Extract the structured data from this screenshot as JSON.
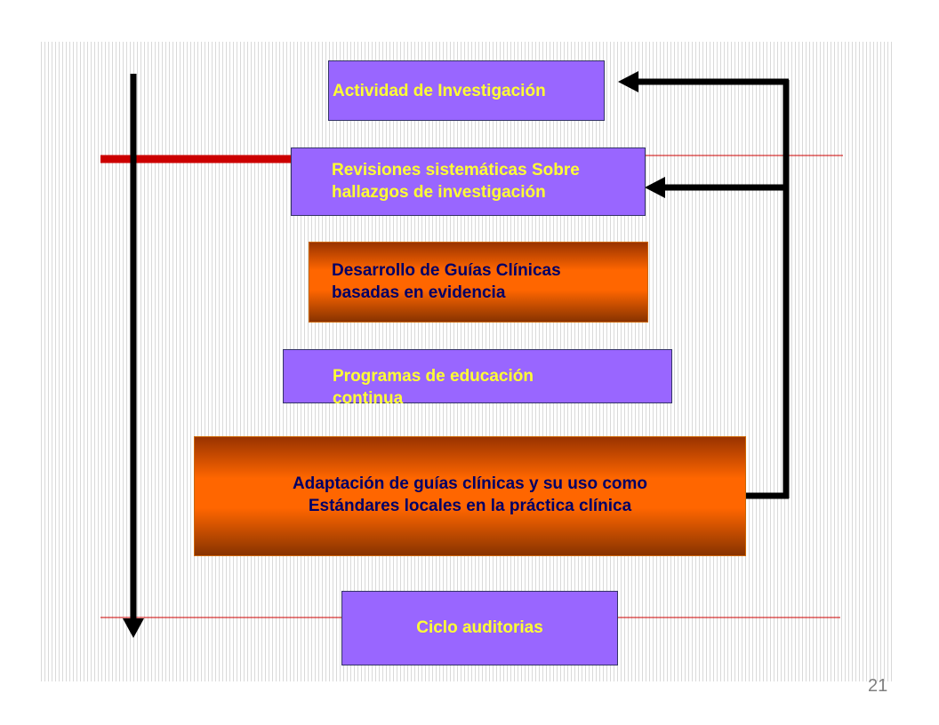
{
  "diagram": {
    "boxes": {
      "actividad": {
        "line1": "Actividad de Investigación"
      },
      "revisiones": {
        "line1": "Revisiones sistemáticas Sobre",
        "line2": "hallazgos de investigación"
      },
      "desarrollo": {
        "line1": "Desarrollo de Guías Clínicas",
        "line2": "basadas en evidencia"
      },
      "programas": {
        "line1": "Programas de educación",
        "line2": "continua"
      },
      "adaptacion": {
        "line1": "Adaptación de guías clínicas y su uso como",
        "line2": "Estándares locales en la práctica clínica"
      },
      "ciclo": {
        "line1": "Ciclo auditorias"
      }
    },
    "colors": {
      "purple_fill": "#9966ff",
      "yellow_text": "#ffff33",
      "orange_fill": "#ff6600",
      "dark_text": "#000066",
      "red_rule": "#cc0000",
      "black_arrow": "#000000"
    }
  },
  "page_number": "21"
}
